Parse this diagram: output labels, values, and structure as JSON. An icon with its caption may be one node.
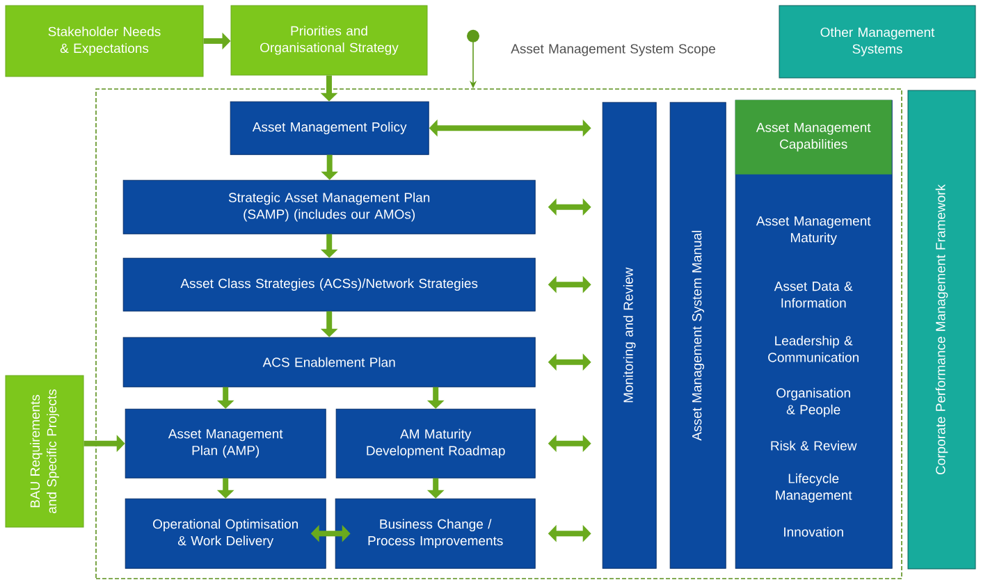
{
  "diagram": {
    "nodes": [
      {
        "text": [
          "Stakeholder Needs & Expectations"
        ]
      },
      {
        "text": [
          "Priorities and Organisational Strategy"
        ]
      },
      {
        "text": [
          "Asset Management System Scope"
        ]
      },
      {
        "text": [
          "Other Management Systems"
        ]
      },
      {
        "text": [],
        "shape": "box"
      },
      {
        "text": [
          "Asset Management Policy"
        ],
        "in": 4
      },
      {
        "text": [
          "Strategic Asset Management Plan (SAMP) (includes our AMOs)"
        ],
        "in": 4
      },
      {
        "text": [
          "Asset Class Strategies (ACSs)/Network Strategies"
        ],
        "in": 4
      },
      {
        "text": [
          "ACS Enablement Plan"
        ],
        "in": 4
      },
      {
        "text": [
          "Asset Management Plan (AMP)"
        ],
        "in": 4
      },
      {
        "text": [
          "AM Maturity Development Roadmap"
        ],
        "in": 4
      },
      {
        "text": [
          "Operational Optimisation & Work Delivery"
        ],
        "in": 4
      },
      {
        "text": [
          "Business Change / Process Improvements"
        ],
        "in": 4
      },
      {
        "text": [
          "Monitoring and Review"
        ],
        "in": 4
      },
      {
        "text": [
          "Asset Management System Manual"
        ],
        "in": 4
      },
      {
        "text": [
          "Asset Management Capabilities",
          "Asset Management Maturity",
          "Asset Data & Information",
          "Leadership & Communication",
          "Organisation & People",
          "Risk & Review",
          "Lifecycle Management",
          "Innovation"
        ],
        "in": 4
      },
      {
        "text": [
          "Corporate Performance Management Framework"
        ]
      },
      {
        "text": [
          "BAU Requirements and Specific Projects"
        ]
      }
    ],
    "edges": [
      {
        "from": 0,
        "to": 1,
        "arrow": "to"
      },
      {
        "from": 1,
        "to": 5,
        "arrow": "to"
      },
      {
        "from": 2,
        "to": 4,
        "arrow": "to"
      },
      {
        "from": 5,
        "to": 6,
        "arrow": "to"
      },
      {
        "from": 6,
        "to": 7,
        "arrow": "to"
      },
      {
        "from": 7,
        "to": 8,
        "arrow": "to"
      },
      {
        "from": 8,
        "to": 9,
        "arrow": "to"
      },
      {
        "from": 8,
        "to": 10,
        "arrow": "to"
      },
      {
        "from": 9,
        "to": 11,
        "arrow": "to"
      },
      {
        "from": 10,
        "to": 12,
        "arrow": "to"
      },
      {
        "from": 11,
        "to": 12,
        "arrow": "both"
      },
      {
        "from": 17,
        "to": 9,
        "arrow": "to"
      },
      {
        "from": 5,
        "to": 13,
        "arrow": "both"
      },
      {
        "from": 6,
        "to": 13,
        "arrow": "both"
      },
      {
        "from": 7,
        "to": 13,
        "arrow": "both"
      },
      {
        "from": 8,
        "to": 13,
        "arrow": "both"
      },
      {
        "from": 10,
        "to": 13,
        "arrow": "both"
      },
      {
        "from": 12,
        "to": 13,
        "arrow": "both"
      }
    ]
  }
}
